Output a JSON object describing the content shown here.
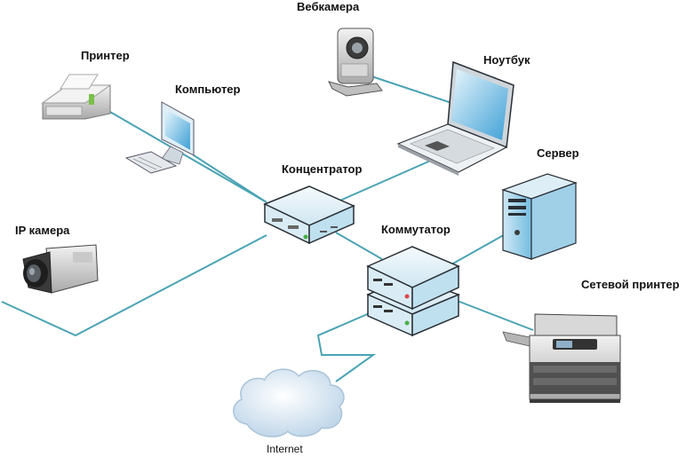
{
  "labels": {
    "printer": "Принтер",
    "computer": "Компьютер",
    "webcam": "Вебкамера",
    "laptop": "Ноутбук",
    "hub": "Концентратор",
    "server": "Сервер",
    "ip_camera": "IP камера",
    "switch": "Коммутатор",
    "network_printer": "Сетевой принтер",
    "internet": "Internet"
  },
  "colors": {
    "link_line": "#4aa3b4",
    "device_light": "#e8f2f8",
    "device_blue": "#bfe0ef",
    "device_outline": "#2a2f36"
  },
  "icons": [
    "printer-icon",
    "computer-icon",
    "webcam-icon",
    "laptop-icon",
    "hub-icon",
    "server-icon",
    "ip-camera-icon",
    "switch-icon",
    "network-printer-icon",
    "cloud-icon"
  ]
}
